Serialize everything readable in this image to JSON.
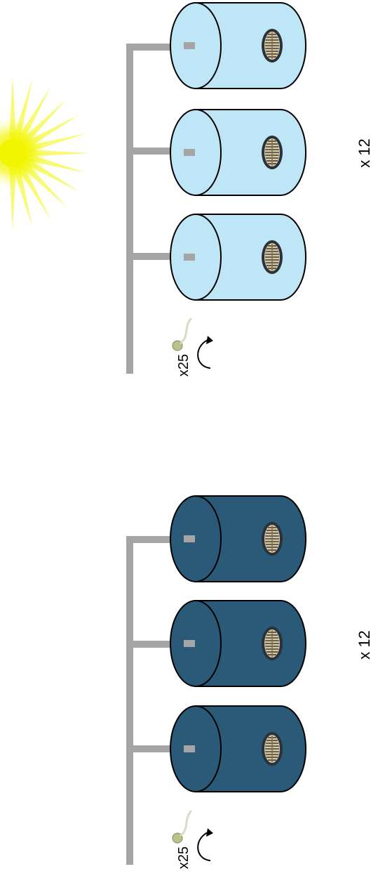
{
  "panels": [
    {
      "id": "light",
      "tank_color": "#bfe6f6",
      "multiplier_label": "x 12",
      "larvae_count_label": "x25",
      "has_sun": true
    },
    {
      "id": "dark",
      "tank_color": "#2a5a78",
      "multiplier_label": "x 12",
      "larvae_count_label": "x25",
      "has_sun": false
    }
  ],
  "colors": {
    "pipe": "#a5a5a5",
    "outline": "#000000",
    "sun": "#f2f500",
    "shell_dark": "#2b3138",
    "shell_light": "#d9c9a0"
  },
  "icons": {
    "sun": "sun-icon",
    "shell": "cowrie-shell-icon",
    "larva": "sperm-larva-icon",
    "rotation": "rotation-arrow-icon"
  }
}
